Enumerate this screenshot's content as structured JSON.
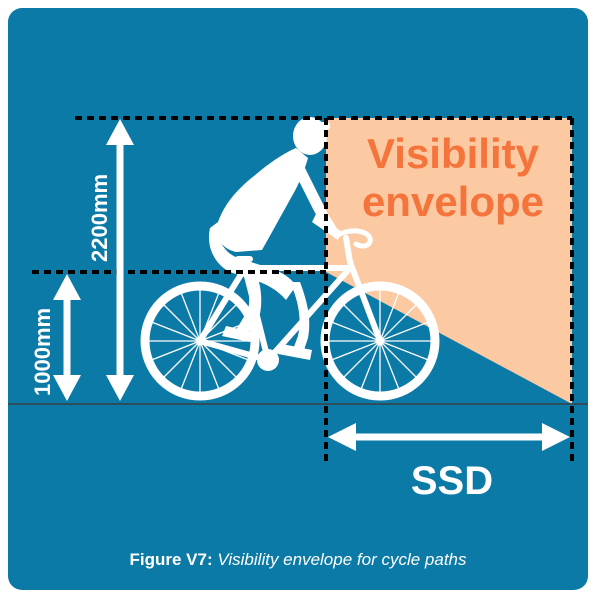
{
  "colors": {
    "panel_background": "#0b7aa6",
    "envelope_fill": "#fbc9a2",
    "envelope_text": "#f4743b",
    "foreground": "#ffffff",
    "dashed_lines": "#000000"
  },
  "labels": {
    "envelope_line1": "Visibility",
    "envelope_line2": "envelope",
    "height_upper": "2200mm",
    "height_lower": "1000mm",
    "distance": "SSD"
  },
  "caption": {
    "label": "Figure V7:",
    "text": "Visibility envelope for cycle paths"
  },
  "icons": {
    "cyclist": "cyclist-on-bicycle-icon"
  }
}
